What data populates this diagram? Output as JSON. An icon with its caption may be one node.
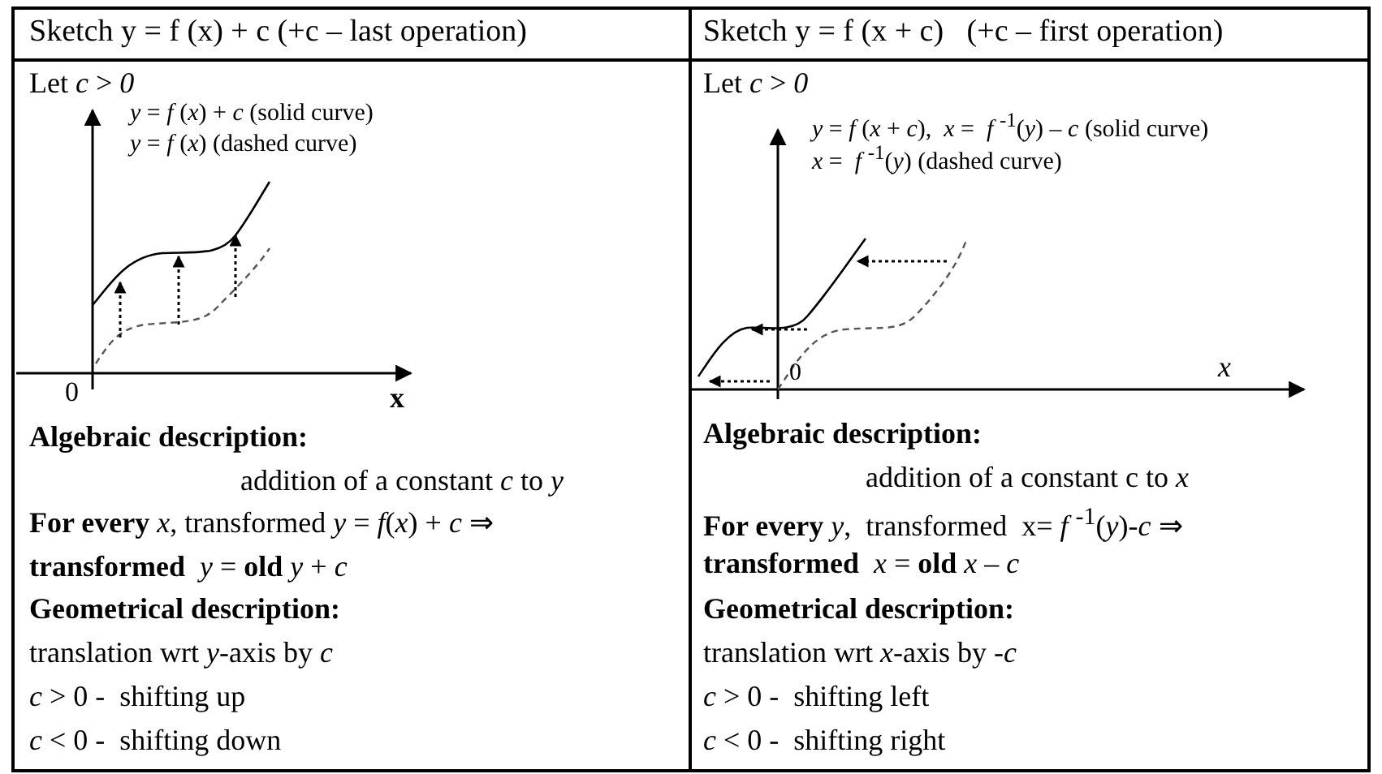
{
  "diagram": {
    "labels": [
      "Sketch y = f (x) + c (+c – last operation)",
      "Sketch y = f (x + c)   (+c – first operation)",
      "Let *c* > *0*",
      "*y* = *f* (*x*) + *c* (solid curve)",
      "*y* = *f* (*x*) (dashed curve)",
      "0",
      "x",
      "Algebraic description:",
      "addition of a constant *c* to *y*",
      "**For every** *x*, transformed *y* = *f*(*x*) + *c* ⇒",
      "**transformed**  *y* = **old** *y* + *c*",
      "Geometrical description:",
      "translation wrt *y*-axis by *c*",
      "*c* > 0 -  shifting up",
      "*c* < 0 -  shifting down",
      "Let *c* > *0*",
      "*y* = *f* (*x* + *c*),  *x* =  *f* $^{-1}$(*y*) – *c* (solid curve)",
      "*x* =  *f* $^{-1}$(*y*) (dashed curve)",
      "0",
      "*x*",
      "Algebraic description:",
      "addition of a constant c to *x*",
      "**For every** *y*,  transformed  x= *f* $^{-1}$(*y*)-*c* ⇒",
      "**transformed**  *x* = **old** *x* – *c*",
      "Geometrical description:",
      "translation wrt *x*-axis by -*c*",
      "*c* > 0 -  shifting left",
      "*c* < 0 -  shifting right"
    ]
  }
}
